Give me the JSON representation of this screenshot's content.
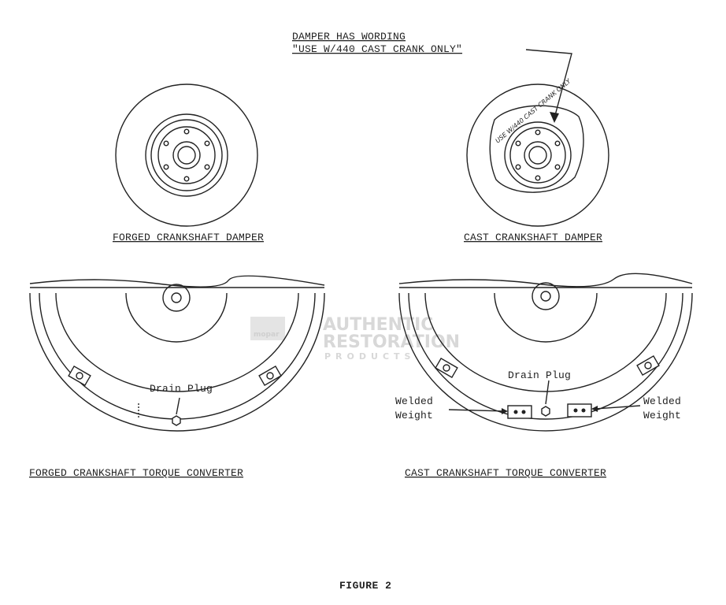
{
  "annotation": {
    "line1": "DAMPER HAS WORDING",
    "line2": "\"USE W/440 CAST CRANK ONLY\""
  },
  "damper_stamp": "USE W/440 CAST CRANK ONLY",
  "labels": {
    "forged_damper": "FORGED CRANKSHAFT DAMPER",
    "cast_damper": "CAST CRANKSHAFT DAMPER",
    "forged_converter": "FORGED CRANKSHAFT TORQUE CONVERTER",
    "cast_converter": "CAST CRANKSHAFT TORQUE CONVERTER"
  },
  "callouts": {
    "drain_plug": "Drain Plug",
    "welded": "Welded",
    "weight": "Weight"
  },
  "watermark": {
    "brand": "mopar",
    "line1": "AUTHENTIC",
    "line2": "RESTORATION",
    "line3": "PRODUCTS"
  },
  "caption": "FIGURE 2"
}
